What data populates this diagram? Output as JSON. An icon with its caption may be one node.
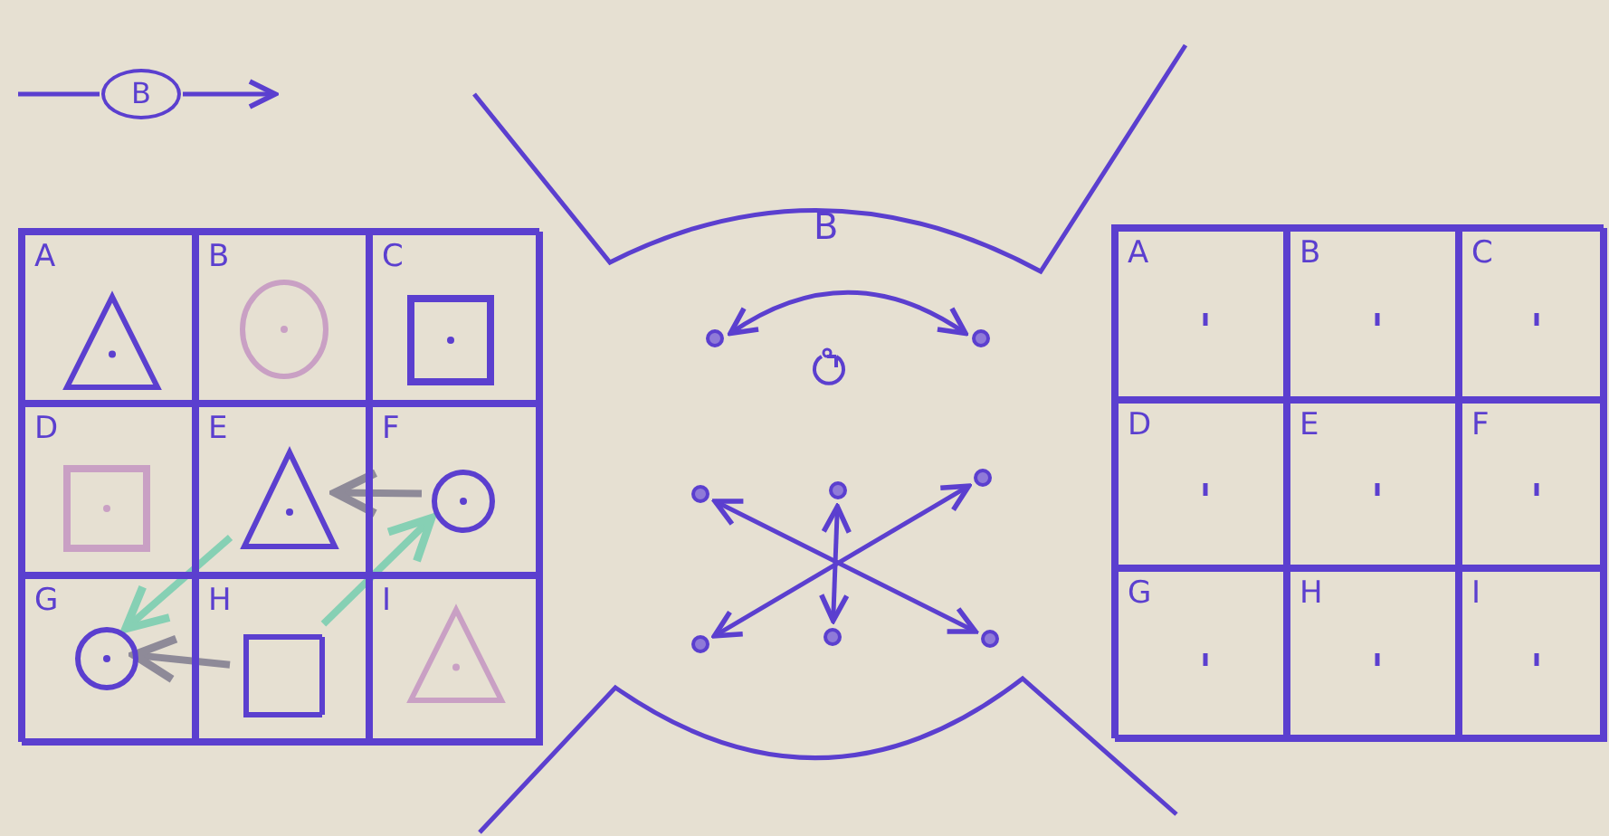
{
  "diagram": {
    "nodes": [
      {
        "text": [
          "B"
        ]
      },
      {
        "text": [],
        "shape": "box"
      },
      {
        "text": [
          "A"
        ],
        "in": 1
      },
      {
        "text": [
          "B"
        ],
        "in": 1
      },
      {
        "text": [
          "C"
        ],
        "in": 1
      },
      {
        "text": [
          "D"
        ],
        "in": 1
      },
      {
        "text": [
          "E"
        ],
        "in": 1
      },
      {
        "text": [
          "F"
        ],
        "in": 1
      },
      {
        "text": [
          "G"
        ],
        "in": 1
      },
      {
        "text": [
          "H"
        ],
        "in": 1
      },
      {
        "text": [
          "I"
        ],
        "in": 1
      },
      {
        "text": [],
        "shape": "triangle",
        "in": 2
      },
      {
        "text": [],
        "shape": "circle",
        "in": 3
      },
      {
        "text": [],
        "shape": "box",
        "in": 4
      },
      {
        "text": [],
        "shape": "box",
        "in": 5
      },
      {
        "text": [],
        "shape": "triangle",
        "in": 6
      },
      {
        "text": [],
        "shape": "circle",
        "in": 7
      },
      {
        "text": [],
        "shape": "circle",
        "in": 8
      },
      {
        "text": [],
        "shape": "bracket",
        "in": 9
      },
      {
        "text": [],
        "shape": "triangle",
        "in": 10
      },
      {
        "text": [
          "B"
        ]
      },
      {
        "text": [],
        "shape": "circle",
        "in": 20
      },
      {
        "text": [],
        "shape": "circle",
        "in": 20
      },
      {
        "text": [],
        "shape": "circle",
        "in": 20
      },
      {
        "text": [],
        "shape": "circle",
        "in": 20
      },
      {
        "text": [],
        "shape": "circle",
        "in": 20
      },
      {
        "text": [],
        "shape": "circle",
        "in": 20
      },
      {
        "text": [],
        "shape": "circle",
        "in": 20
      },
      {
        "text": [],
        "shape": "circle",
        "in": 20
      },
      {
        "text": [],
        "shape": "box"
      },
      {
        "text": [
          "A"
        ],
        "in": 29
      },
      {
        "text": [
          "B"
        ],
        "in": 29
      },
      {
        "text": [
          "C"
        ],
        "in": 29
      },
      {
        "text": [
          "D"
        ],
        "in": 29
      },
      {
        "text": [
          "E"
        ],
        "in": 29
      },
      {
        "text": [
          "F"
        ],
        "in": 29
      },
      {
        "text": [
          "G"
        ],
        "in": 29
      },
      {
        "text": [
          "H"
        ],
        "in": 29
      },
      {
        "text": [
          "I"
        ],
        "in": 29
      }
    ],
    "edges": [
      {
        "from": null,
        "to": 0,
        "arrow": "none"
      },
      {
        "from": 0,
        "to": null,
        "arrow": "to"
      },
      {
        "from": 16,
        "to": 15,
        "arrow": "to",
        "color": "#8e8a98"
      },
      {
        "from": 15,
        "to": 17,
        "arrow": "to",
        "color": "#86d0b4"
      },
      {
        "from": 18,
        "to": 17,
        "arrow": "to",
        "color": "#8e8a98"
      },
      {
        "from": 18,
        "to": 16,
        "arrow": "to",
        "color": "#86d0b4"
      },
      {
        "from": 21,
        "to": 22,
        "arrow": "both"
      },
      {
        "from": 23,
        "to": 28,
        "arrow": "both"
      },
      {
        "from": 24,
        "to": 27,
        "arrow": "both"
      },
      {
        "from": 25,
        "to": 26,
        "arrow": "both"
      }
    ]
  }
}
